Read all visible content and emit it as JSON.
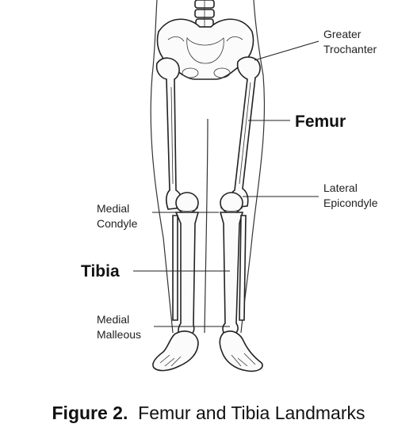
{
  "labels": {
    "greater_trochanter": [
      "Greater",
      "Trochanter"
    ],
    "femur": "Femur",
    "lateral_epicondyle": [
      "Lateral",
      "Epicondyle"
    ],
    "medial_condyle": [
      "Medial",
      "Condyle"
    ],
    "tibia": "Tibia",
    "medial_malleous": [
      "Medial",
      "Malleous"
    ]
  },
  "caption": {
    "number": "Figure 2.",
    "title": "Femur and Tibia Landmarks"
  }
}
